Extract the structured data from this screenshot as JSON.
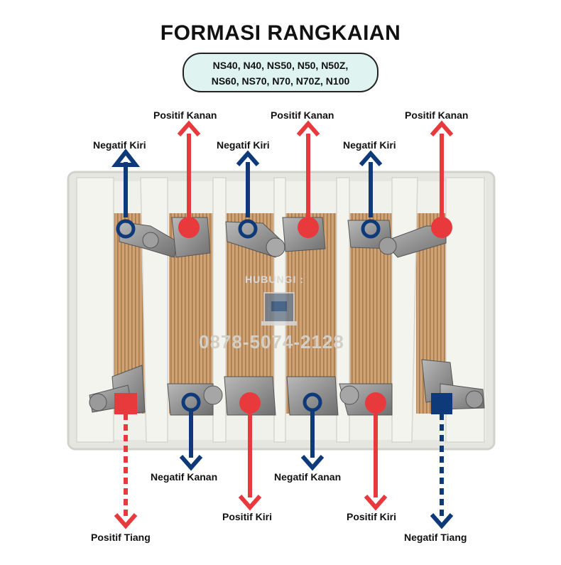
{
  "title": "FORMASI RANGKAIAN",
  "models": {
    "line1": "NS40, N40, NS50, N50, N50Z,",
    "line2": "NS60, NS70, N70, N70Z, N100"
  },
  "labels": {
    "top_negatif_kiri_1": "Negatif Kiri",
    "top_positif_kanan_1": "Positif Kanan",
    "top_negatif_kiri_2": "Negatif Kiri",
    "top_positif_kanan_2": "Positif Kanan",
    "top_negatif_kiri_3": "Negatif Kiri",
    "top_positif_kanan_3": "Positif Kanan",
    "bottom_positif_tiang": "Positif Tiang",
    "bottom_negatif_kanan_1": "Negatif Kanan",
    "bottom_positif_kiri_1": "Positif Kiri",
    "bottom_negatif_kanan_2": "Negatif Kanan",
    "bottom_positif_kiri_2": "Positif Kiri",
    "bottom_negatif_tiang": "Negatif Tiang"
  },
  "watermark": {
    "contact": "HUBUNGI :",
    "phone": "0878-5074-2128"
  },
  "colors": {
    "positive": "#e8393c",
    "negative": "#0f3a7a",
    "case": "#eeeeea",
    "plates": "#c79a6a"
  },
  "icons": {
    "negative_marker": "ring-icon",
    "positive_marker": "dot-icon",
    "terminal_post": "square-icon"
  }
}
